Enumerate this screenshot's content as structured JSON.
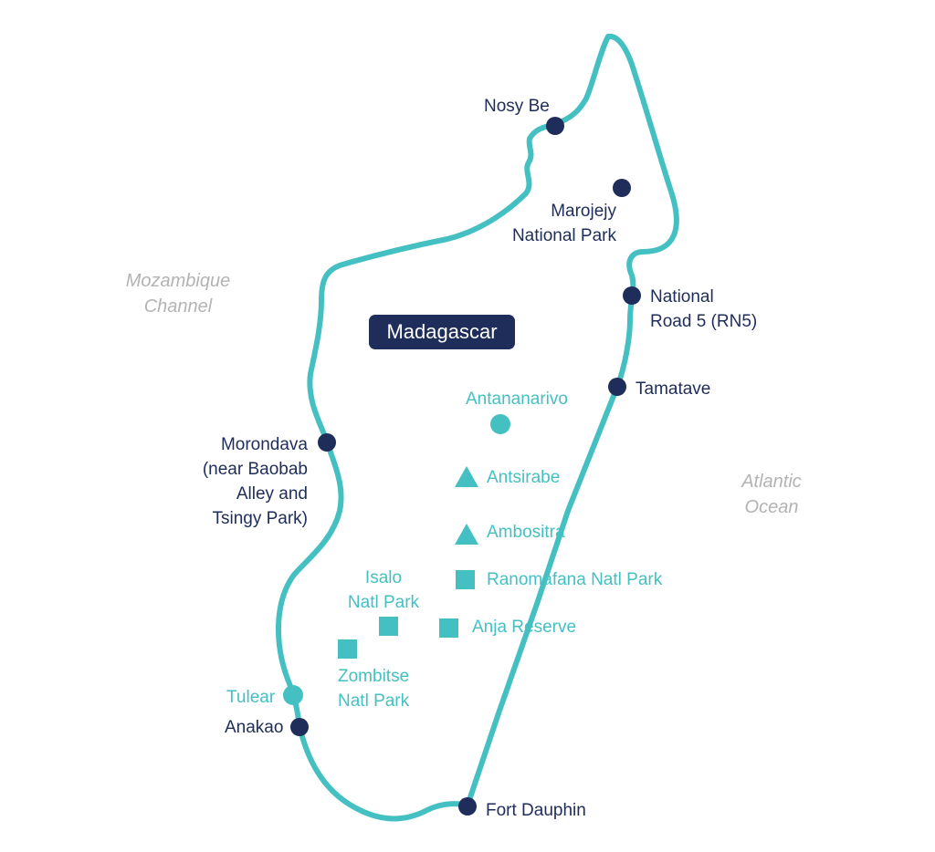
{
  "map": {
    "title": "Madagascar",
    "colors": {
      "outline": "#45c0c2",
      "navy_marker": "#1e2d5a",
      "teal_marker": "#45c0c2",
      "sea_label": "#b3b3b3"
    },
    "seas": {
      "mozambique": "Mozambique\nChannel",
      "atlantic": "Atlantic\nOcean"
    },
    "places": {
      "nosy_be": "Nosy Be",
      "marojejy": "Marojejy\nNational Park",
      "rn5": "National\nRoad 5 (RN5)",
      "tamatave": "Tamatave",
      "morondava": "Morondava\n(near Baobab\nAlley and\nTsingy Park)",
      "anakao": "Anakao",
      "fort_dauphin": "Fort Dauphin",
      "antananarivo": "Antananarivo",
      "antsirabe": "Antsirabe",
      "ambositra": "Ambositra",
      "ranomafana": "Ranomafana Natl Park",
      "anja": "Anja Reserve",
      "isalo": "Isalo\nNatl Park",
      "zombitse": "Zombitse\nNatl Park",
      "tulear": "Tulear"
    },
    "marker_types": {
      "nosy_be": "navy-circle",
      "marojejy": "navy-circle",
      "rn5": "navy-circle",
      "tamatave": "navy-circle",
      "morondava": "navy-circle",
      "anakao": "navy-circle",
      "fort_dauphin": "navy-circle",
      "antananarivo": "teal-circle",
      "tulear": "teal-circle",
      "antsirabe": "teal-triangle",
      "ambositra": "teal-triangle",
      "ranomafana": "teal-square",
      "anja": "teal-square",
      "isalo": "teal-square",
      "zombitse": "teal-square"
    }
  }
}
